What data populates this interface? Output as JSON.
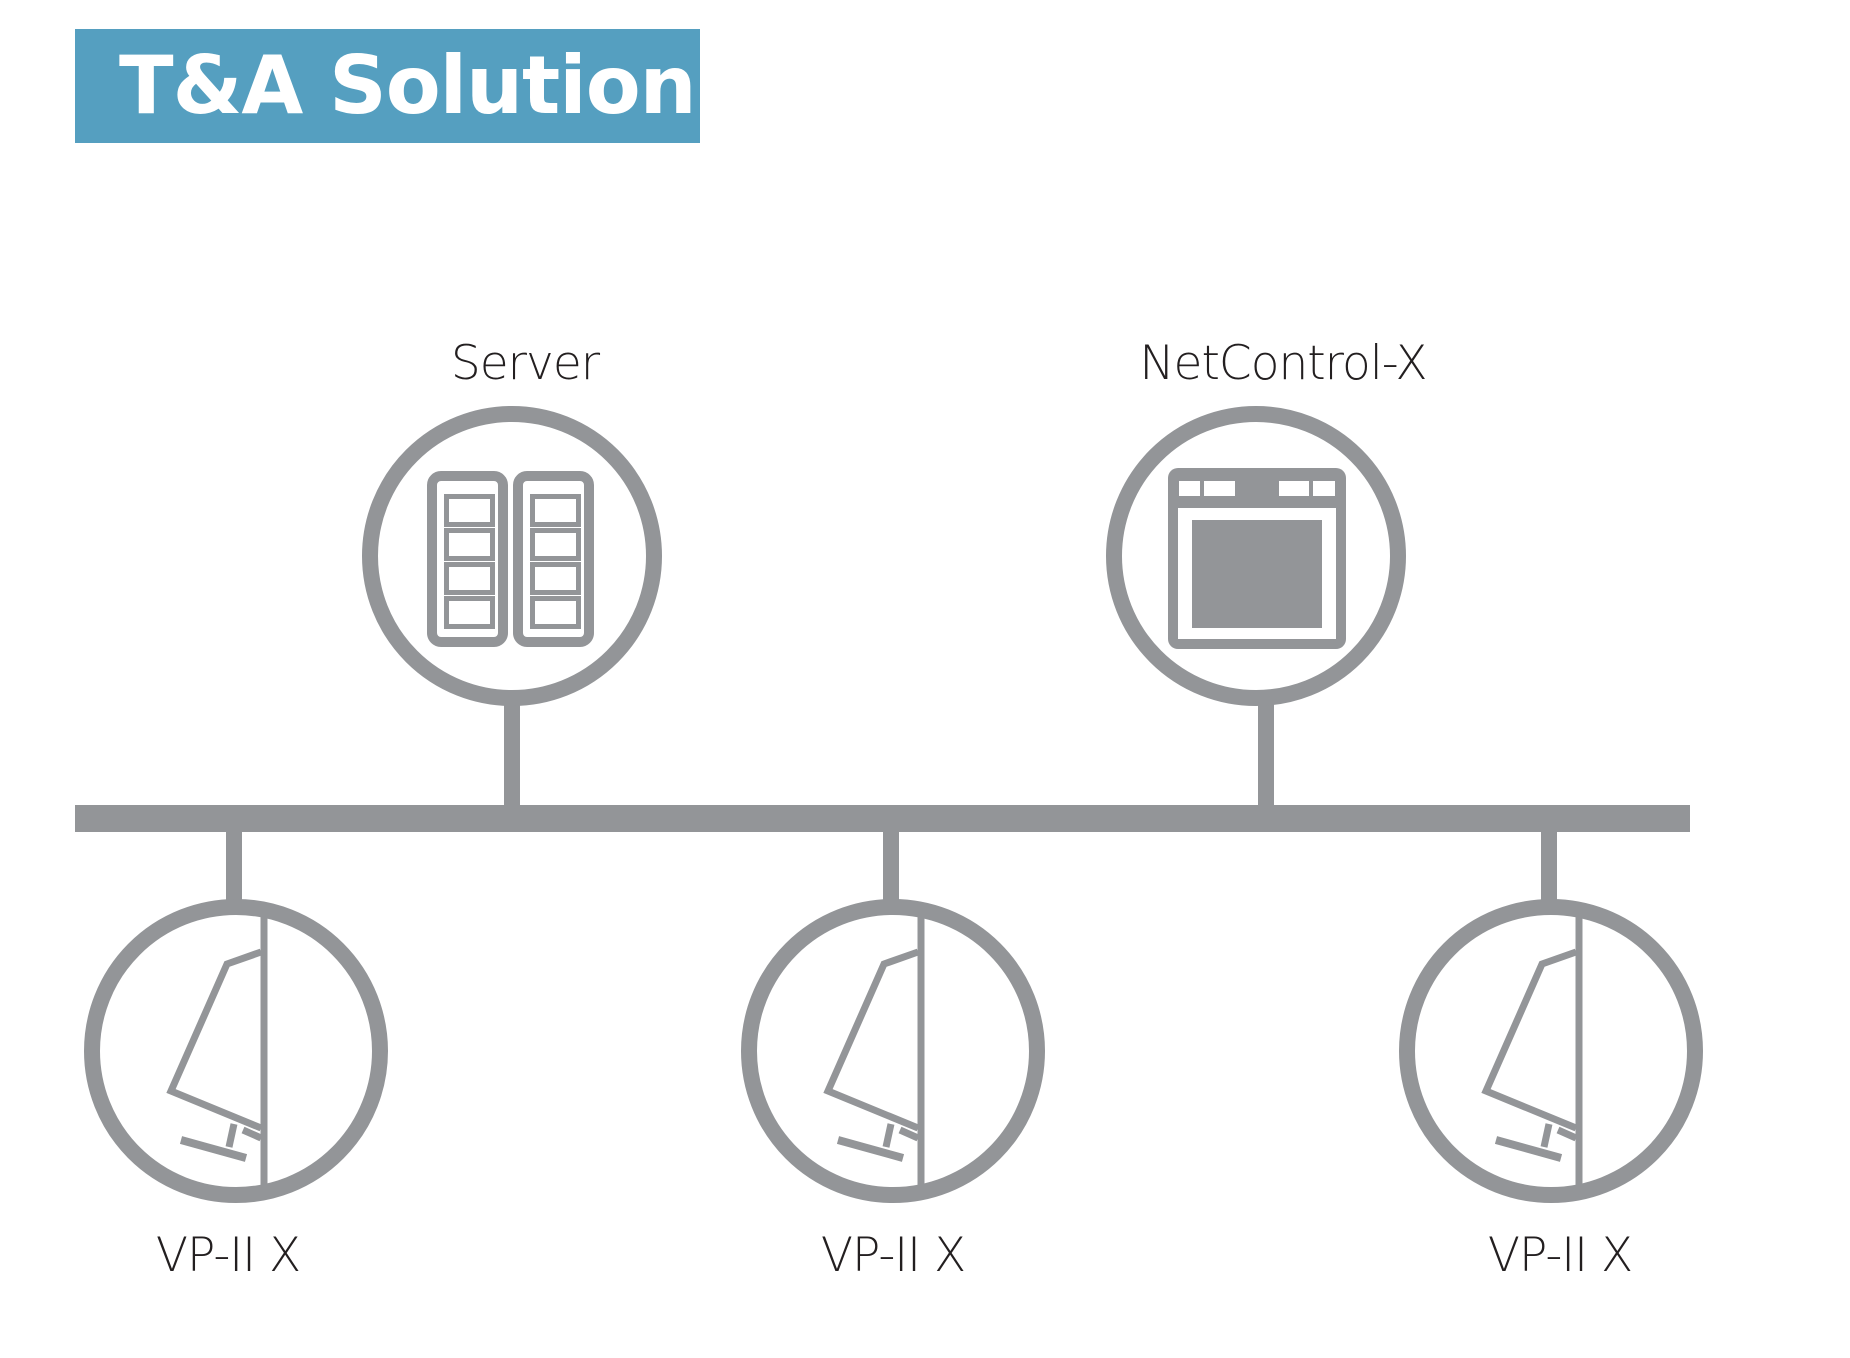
{
  "title": "T&A Solution",
  "colors": {
    "title_background": "#559fc0",
    "title_text": "#ffffff",
    "line_gray": "#939598",
    "label_text": "#231f20"
  },
  "network": {
    "type": "bus",
    "upper_nodes": [
      {
        "id": "server",
        "label": "Server",
        "icon": "server-rack-icon"
      },
      {
        "id": "netcontrol",
        "label": "NetControl-X",
        "icon": "application-window-icon"
      }
    ],
    "lower_nodes": [
      {
        "id": "vp1",
        "label": "VP-II X",
        "icon": "terminal-device-icon"
      },
      {
        "id": "vp2",
        "label": "VP-II X",
        "icon": "terminal-device-icon"
      },
      {
        "id": "vp3",
        "label": "VP-II X",
        "icon": "terminal-device-icon"
      }
    ]
  }
}
